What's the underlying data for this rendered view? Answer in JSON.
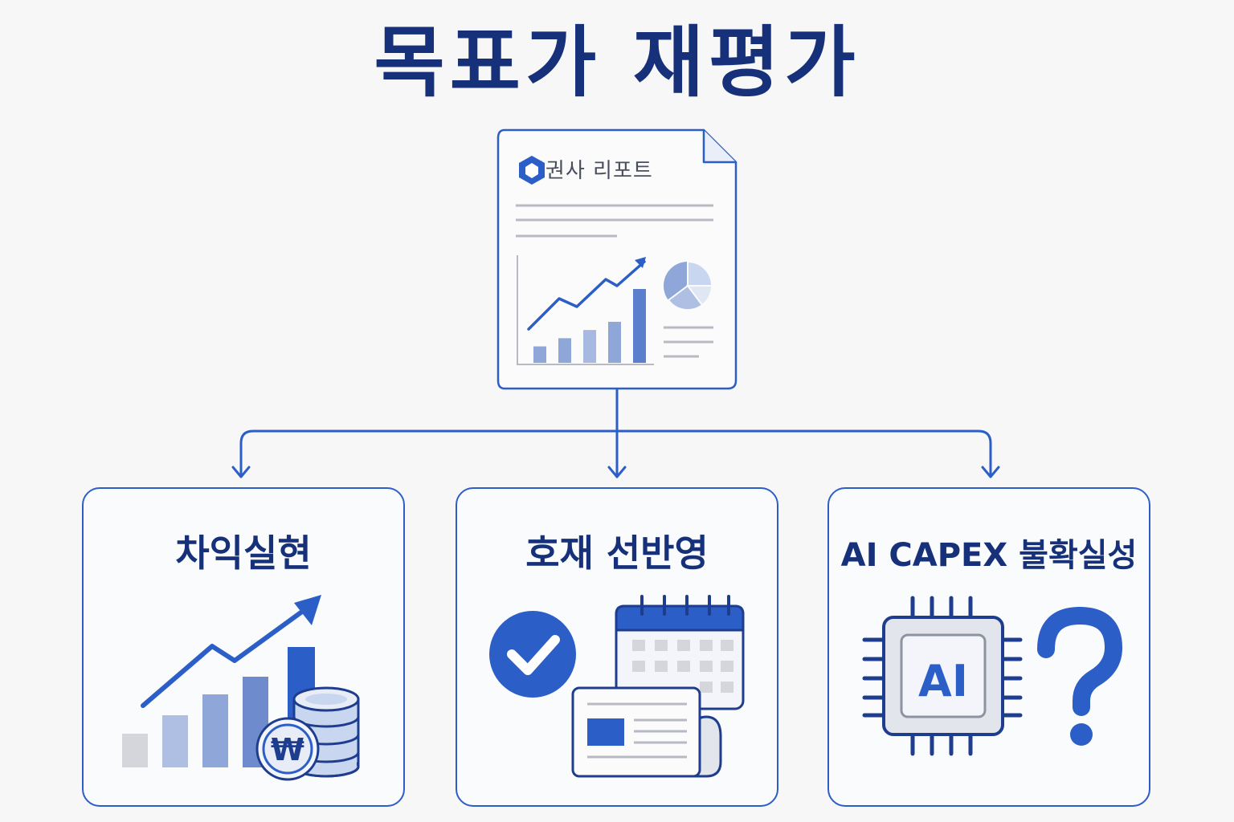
{
  "title": "목표가 재평가",
  "report": {
    "label": "증권사 리포트",
    "icon": "hexagon-logo-icon",
    "bar_values": [
      2,
      3,
      4,
      5,
      9
    ],
    "accent": "#2b5fc7"
  },
  "cards": [
    {
      "label": "차익실현",
      "icons": [
        "rising-trend-arrow-icon",
        "bar-chart-icon",
        "won-coin-stack-icon"
      ]
    },
    {
      "label": "호재 선반영",
      "icons": [
        "check-circle-icon",
        "calendar-icon",
        "newspaper-icon"
      ]
    },
    {
      "label": "AI CAPEX 불확실성",
      "icons": [
        "ai-chip-icon",
        "question-mark-icon"
      ]
    }
  ],
  "colors": {
    "title": "#16307a",
    "accent": "#2b5fc7",
    "light_blue": "#8ea6d8",
    "border": "#2b5fc7"
  }
}
